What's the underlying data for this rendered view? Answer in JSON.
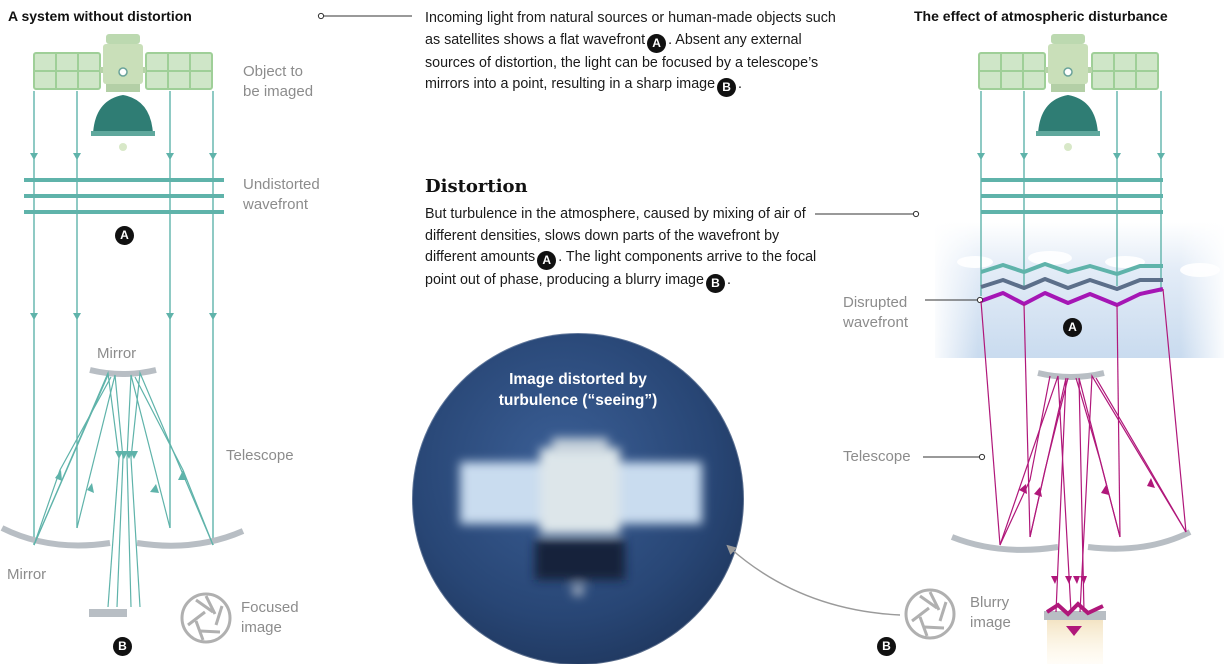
{
  "left_panel": {
    "title": "A system without distortion",
    "object_label": "Object to\nbe imaged",
    "wavefront_label": "Undistorted\nwavefront",
    "mirror_top_label": "Mirror",
    "telescope_label": "Telescope",
    "mirror_bottom_label": "Mirror",
    "focused_label": "Focused\nimage",
    "badge_a": "A",
    "badge_b": "B"
  },
  "intro": {
    "text_1": "Incoming light from natural sources or human-made objects such as satellites shows a flat wavefront",
    "text_2": ". Absent any external sources of distortion, the light can be focused by a telescope’s mirrors into a point, resulting in a sharp image",
    "text_3": ".",
    "badge_a": "A",
    "badge_b": "B"
  },
  "distortion": {
    "heading": "Distortion",
    "text_1": "But turbulence in the atmosphere, caused by mixing of air of different densities, slows down parts of the wavefront by different amounts",
    "text_2": ". The light components arrive to the focal point out of phase, producing a blurry image",
    "text_3": ".",
    "badge_a": "A",
    "badge_b": "B"
  },
  "center_image": {
    "title": "Image distorted by\nturbulence (“seeing”)"
  },
  "right_panel": {
    "title": "The effect of atmospheric disturbance",
    "wavefront_label": "Disrupted\nwavefront",
    "telescope_label": "Telescope",
    "blurry_label": "Blurry\nimage",
    "badge_a": "A",
    "badge_b": "B"
  },
  "colors": {
    "teal": "#5fb3aa",
    "magenta": "#b0177a",
    "purple": "#a516b5",
    "slate": "#5c6f8a",
    "mirror_grey": "#b8bec4",
    "dark_blue": "#27426f"
  }
}
